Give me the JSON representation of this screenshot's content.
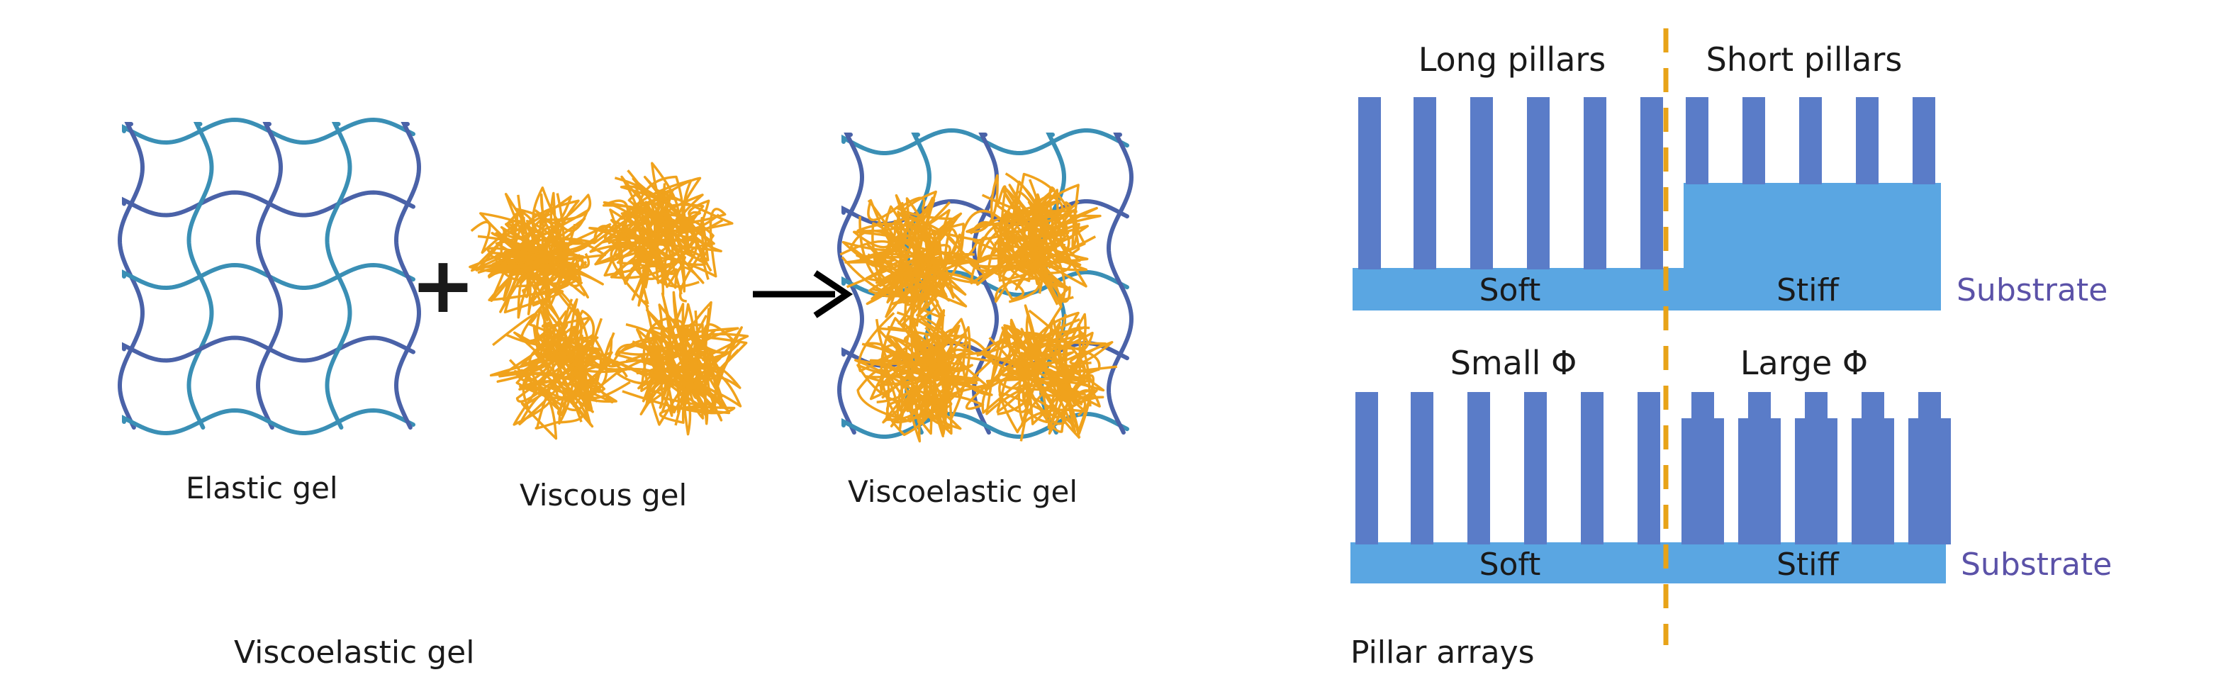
{
  "colors": {
    "elastic_strand": "#4a62a8",
    "elastic_strand_highlight": "#3a8fb5",
    "viscous_strand": "#f0a21c",
    "pillar": "#5a7cc8",
    "substrate": "#5aa6e2",
    "divider": "#e8a318",
    "substrate_text": "#5b52a8"
  },
  "gel_panel": {
    "plus_symbol": "+",
    "elastic_label": "Elastic gel",
    "viscous_label": "Viscous gel",
    "viscoelastic_label": "Viscoelastic gel",
    "caption": "Viscoelastic gel"
  },
  "pillar_panel": {
    "top": {
      "left_title": "Long pillars",
      "right_title": "Short pillars",
      "left_substrate": "Soft",
      "right_substrate": "Stiff",
      "substrate_label": "Substrate"
    },
    "bottom": {
      "left_title": "Small Φ",
      "right_title": "Large Φ",
      "left_substrate": "Soft",
      "right_substrate": "Stiff",
      "substrate_label": "Substrate"
    },
    "caption": "Pillar arrays"
  }
}
